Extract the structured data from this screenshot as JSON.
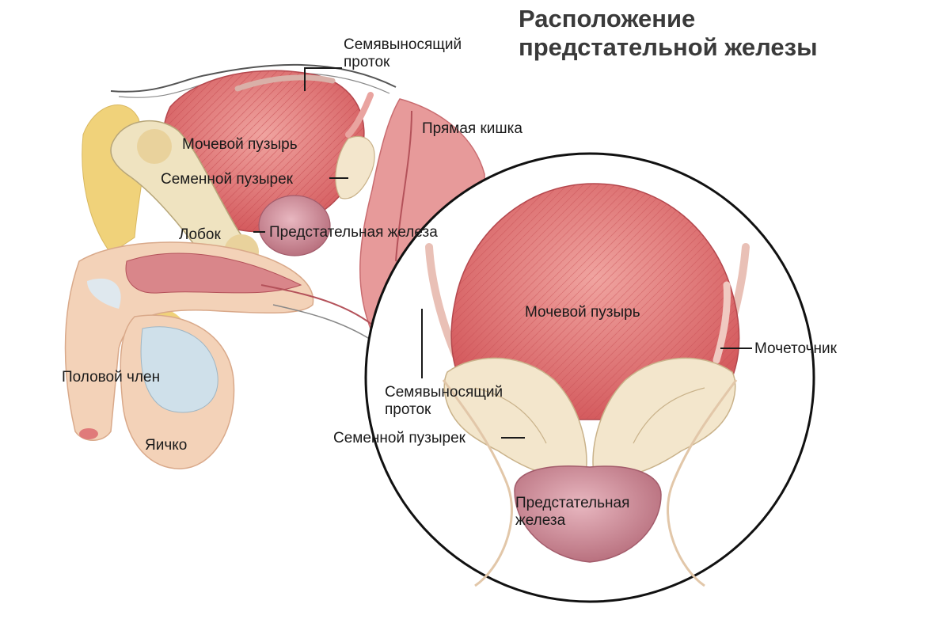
{
  "title": {
    "line1": "Расположение",
    "line2": "предстательной железы"
  },
  "sagittal_view": {
    "labels": {
      "vas_deferens": {
        "line1": "Семявыносящий",
        "line2": "проток"
      },
      "bladder": "Мочевой пузырь",
      "rectum": "Прямая кишка",
      "seminal_vesicle": "Семенной пузырек",
      "pubis": "Лобок",
      "prostate": "Предстательная железа",
      "penis": "Половой член",
      "testis": "Яичко"
    }
  },
  "posterior_view": {
    "labels": {
      "bladder": "Мочевой пузырь",
      "ureter": "Мочеточник",
      "vas_deferens": {
        "line1": "Семявыносящий",
        "line2": "проток"
      },
      "seminal_vesicle": "Семенной пузырек",
      "prostate": {
        "line1": "Предстательная",
        "line2": "железа"
      }
    }
  },
  "colors": {
    "bladder": "#d9686a",
    "prostate": "#c98a96",
    "seminal_vesicle": "#f3e6cc",
    "fat": "#f0d27a",
    "bone": "#efe3c0",
    "skin": "#f3d2b8",
    "testis_blue": "#cfe0ea",
    "line": "#1a1a1a"
  }
}
